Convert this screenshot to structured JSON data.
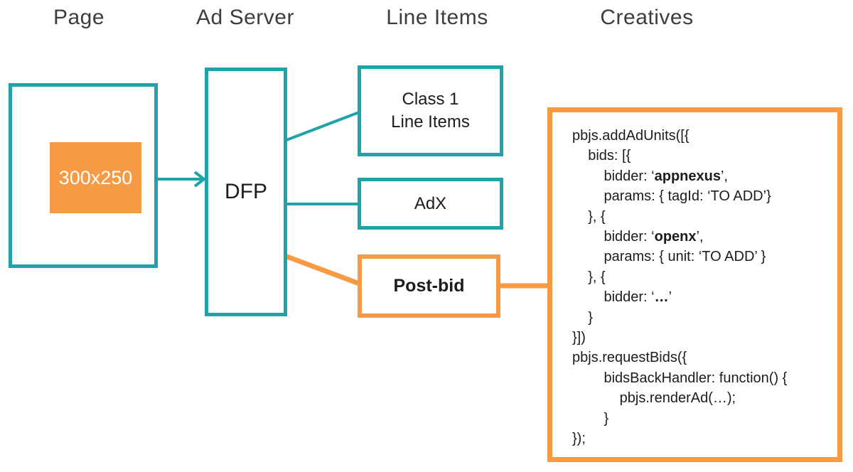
{
  "colors": {
    "teal": "#1FA3A8",
    "orange": "#F79A44",
    "header_text": "#3D3D3D",
    "label_text": "#1C1C1C",
    "slot_text": "#FFFFFF",
    "background": "#FFFFFF"
  },
  "headers": [
    {
      "label": "Page"
    },
    {
      "label": "Ad Server"
    },
    {
      "label": "Line Items"
    },
    {
      "label": "Creatives"
    }
  ],
  "page": {
    "ad_slot_label": "300x250"
  },
  "ad_server": {
    "label": "DFP"
  },
  "line_items": {
    "class1_label": "Class 1\nLine Items",
    "adx_label": "AdX",
    "postbid_label": "Post-bid"
  },
  "code": {
    "lines": [
      [
        {
          "t": "pbjs.addAdUnits([{"
        }
      ],
      [
        {
          "t": "    bids: [{"
        }
      ],
      [
        {
          "t": "        bidder: ‘"
        },
        {
          "t": "appnexus",
          "b": true
        },
        {
          "t": "’,"
        }
      ],
      [
        {
          "t": "        params: { tagId: ‘TO ADD’}"
        }
      ],
      [
        {
          "t": "    }, {"
        }
      ],
      [
        {
          "t": "        bidder: ‘"
        },
        {
          "t": "openx",
          "b": true
        },
        {
          "t": "’,"
        }
      ],
      [
        {
          "t": "        params: { unit: ‘TO ADD’ }"
        }
      ],
      [
        {
          "t": "    }, {"
        }
      ],
      [
        {
          "t": "        bidder: ‘"
        },
        {
          "t": "…",
          "b": true
        },
        {
          "t": "’"
        }
      ],
      [
        {
          "t": "    }"
        }
      ],
      [
        {
          "t": "}])"
        }
      ],
      [
        {
          "t": "pbjs.requestBids({"
        }
      ],
      [
        {
          "t": "        bidsBackHandler: function() {"
        }
      ],
      [
        {
          "t": "            pbjs.renderAd(…);"
        }
      ],
      [
        {
          "t": "        }"
        }
      ],
      [
        {
          "t": "});"
        }
      ]
    ]
  }
}
